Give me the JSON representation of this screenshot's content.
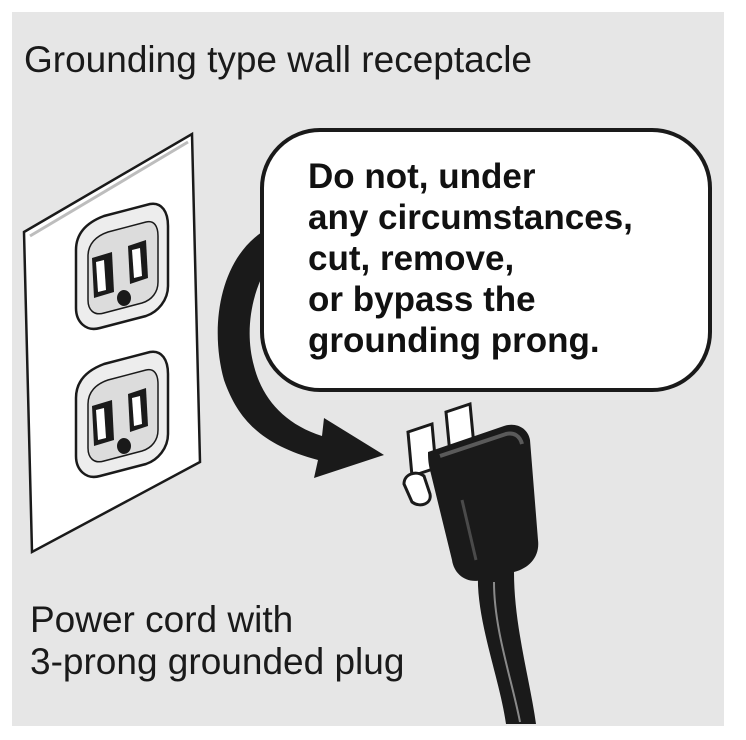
{
  "title": "Grounding type wall receptacle",
  "warning_lines": [
    "Do not, under",
    "any circumstances,",
    "cut, remove,",
    "or bypass the",
    "grounding prong."
  ],
  "cord_label_lines": [
    "Power cord with",
    "3-prong grounded plug"
  ]
}
